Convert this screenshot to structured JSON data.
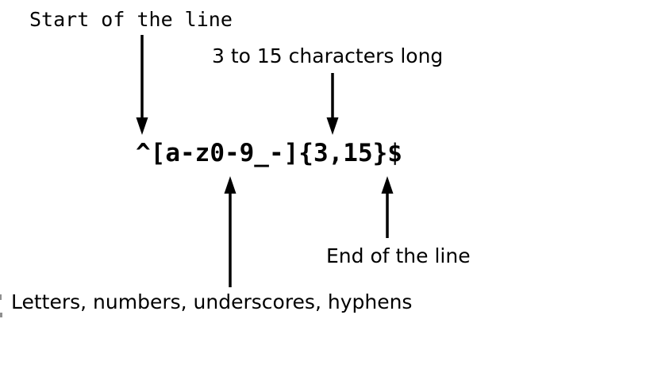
{
  "diagram": {
    "regex_pattern": "^[a-z0-9_-]{3,15}$",
    "annotations": {
      "start_of_line": "Start of the line",
      "length": "3 to 15 characters long",
      "charset": "Letters, numbers, underscores, hyphens",
      "end_of_line": "End of the line"
    },
    "colors": {
      "text": "#000000",
      "arrow": "#000000",
      "background": "#ffffff"
    }
  }
}
